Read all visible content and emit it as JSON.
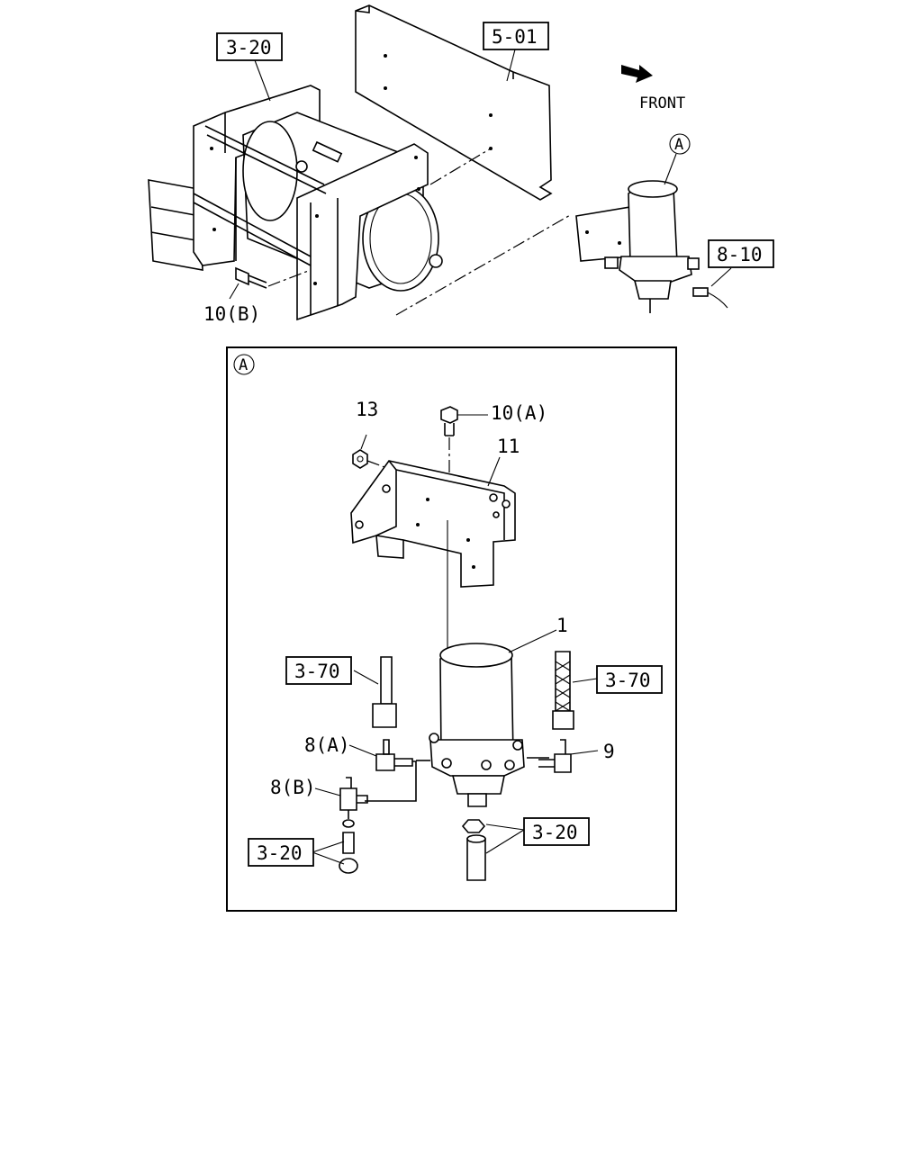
{
  "overview": {
    "ref_frame": "3-20",
    "ref_crossmember": "5-01",
    "ref_harness": "8-10",
    "front_label": "FRONT",
    "detail_marker": "A",
    "bolt_label": "10(B)"
  },
  "detail": {
    "marker": "A",
    "callouts": {
      "part_13": "13",
      "part_10a": "10(A)",
      "part_11": "11",
      "part_1": "1",
      "part_8a": "8(A)",
      "part_8b": "8(B)",
      "part_9": "9"
    },
    "refs": {
      "pipe_left": "3-70",
      "pipe_right": "3-70",
      "drain_left": "3-20",
      "drain_right": "3-20"
    }
  }
}
